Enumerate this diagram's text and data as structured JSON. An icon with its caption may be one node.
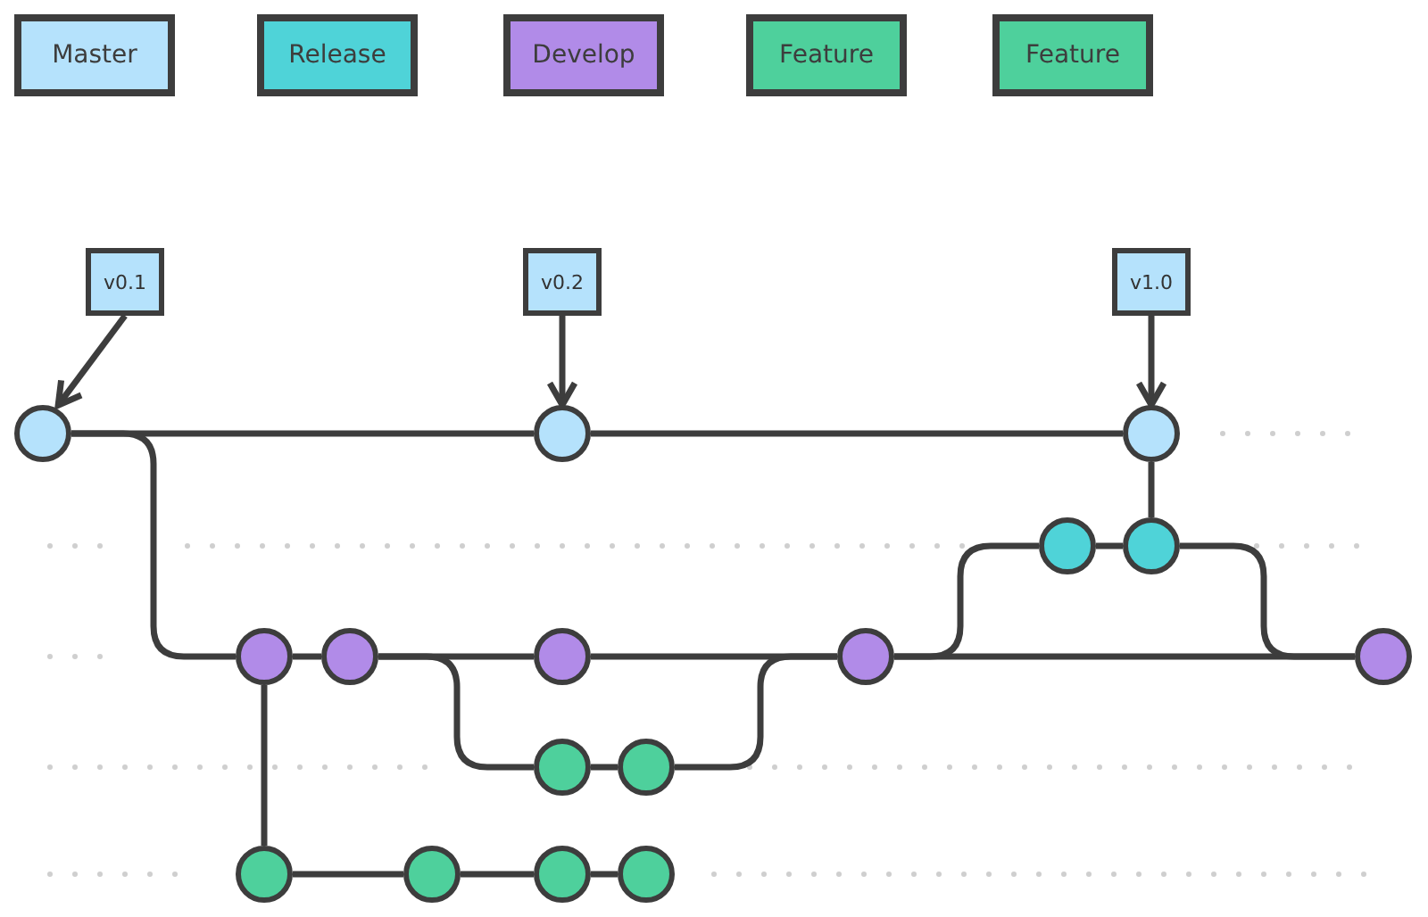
{
  "diagram": {
    "nodes": [
      {
        "text": [
          "v0.1"
        ]
      },
      {
        "text": [
          "v0.2"
        ]
      },
      {
        "text": [
          "v1.0"
        ]
      },
      {
        "text": [],
        "shape": "circle"
      },
      {
        "text": [],
        "shape": "circle"
      },
      {
        "text": [],
        "shape": "circle"
      },
      {
        "text": [],
        "shape": "circle"
      },
      {
        "text": [],
        "shape": "circle"
      },
      {
        "text": [],
        "shape": "circle"
      },
      {
        "text": [],
        "shape": "circle"
      },
      {
        "text": [],
        "shape": "circle"
      },
      {
        "text": [],
        "shape": "circle"
      },
      {
        "text": [],
        "shape": "circle"
      },
      {
        "text": [],
        "shape": "circle"
      },
      {
        "text": [],
        "shape": "circle"
      },
      {
        "text": [],
        "shape": "circle"
      },
      {
        "text": [],
        "shape": "circle"
      },
      {
        "text": [],
        "shape": "circle"
      },
      {
        "text": [],
        "shape": "circle"
      }
    ],
    "edges": [
      {
        "from": 0,
        "to": 3,
        "arrow": "to"
      },
      {
        "from": 1,
        "to": 4,
        "arrow": "to"
      },
      {
        "from": 2,
        "to": 5,
        "arrow": "to"
      },
      {
        "from": 3,
        "to": 4,
        "arrow": "none"
      },
      {
        "from": 4,
        "to": 5,
        "arrow": "none"
      },
      {
        "from": 3,
        "to": 8,
        "arrow": "none"
      },
      {
        "from": 8,
        "to": 9,
        "arrow": "none"
      },
      {
        "from": 9,
        "to": 10,
        "arrow": "none"
      },
      {
        "from": 10,
        "to": 11,
        "arrow": "none"
      },
      {
        "from": 11,
        "to": 12,
        "arrow": "none"
      },
      {
        "from": 9,
        "to": 13,
        "arrow": "none"
      },
      {
        "from": 13,
        "to": 14,
        "arrow": "none"
      },
      {
        "from": 14,
        "to": 11,
        "arrow": "none"
      },
      {
        "from": 8,
        "to": 15,
        "arrow": "none"
      },
      {
        "from": 15,
        "to": 16,
        "arrow": "none"
      },
      {
        "from": 16,
        "to": 17,
        "arrow": "none"
      },
      {
        "from": 17,
        "to": 18,
        "arrow": "none"
      },
      {
        "from": 11,
        "to": 6,
        "arrow": "none"
      },
      {
        "from": 6,
        "to": 7,
        "arrow": "none"
      },
      {
        "from": 7,
        "to": 5,
        "arrow": "none"
      },
      {
        "from": 7,
        "to": 12,
        "arrow": "none"
      }
    ],
    "legend": [
      {
        "text": "Master",
        "color": "#b5e2fc"
      },
      {
        "text": "Release",
        "color": "#4fd3d8"
      },
      {
        "text": "Develop",
        "color": "#b18be8"
      },
      {
        "text": "Feature",
        "color": "#4ed09c"
      },
      {
        "text": "Feature",
        "color": "#4ed09c"
      }
    ]
  }
}
